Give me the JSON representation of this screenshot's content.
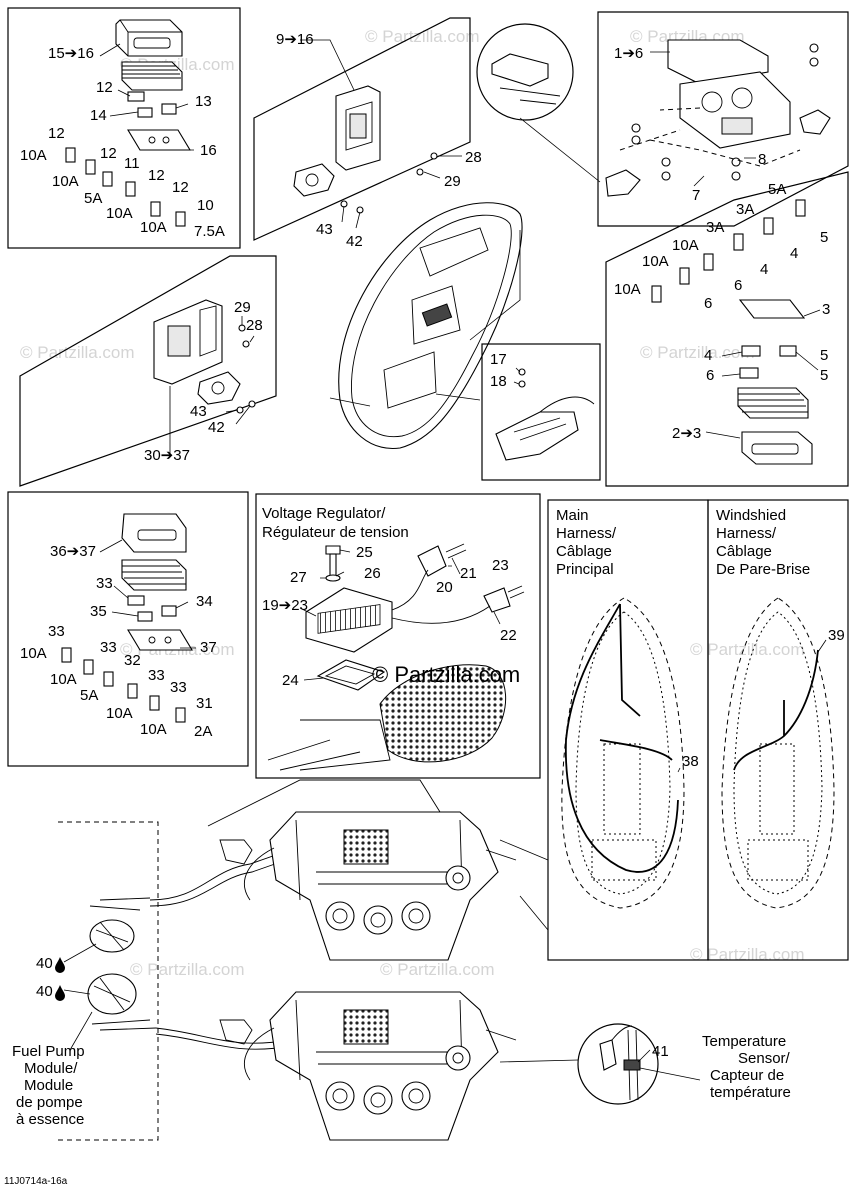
{
  "watermark": {
    "main": "© Partzilla.com",
    "faint": "© Partzilla.com"
  },
  "figure_ref": "11J0714a-16a",
  "boxes": {
    "fuse_box_top_left": {
      "labels": [
        "15➔16",
        "12",
        "14",
        "13",
        "12",
        "16",
        "10A",
        "12",
        "10A",
        "11",
        "5A",
        "12",
        "12",
        "10A",
        "10",
        "10A",
        "7.5A"
      ]
    },
    "mount_top_center": {
      "labels": [
        "9➔16",
        "28",
        "29",
        "43",
        "42"
      ]
    },
    "mount_left_middle": {
      "labels": [
        "29",
        "28",
        "43",
        "42",
        "30➔37"
      ]
    },
    "fuse_box_left_lower": {
      "labels": [
        "36➔37",
        "33",
        "35",
        "34",
        "37",
        "33",
        "33",
        "32",
        "10A",
        "10A",
        "33",
        "33",
        "5A",
        "31",
        "10A",
        "10A",
        "2A"
      ]
    },
    "fuse_box_top_right": {
      "labels": [
        "1➔6",
        "8",
        "7"
      ]
    },
    "fuse_list_right": {
      "labels": [
        "5A",
        "3A",
        "5",
        "3A",
        "4",
        "10A",
        "4",
        "10A",
        "6",
        "10A",
        "6",
        "3",
        "4",
        "5",
        "6",
        "5",
        "2➔3"
      ]
    },
    "ground_block": {
      "labels": [
        "17",
        "18"
      ]
    },
    "voltage_regulator": {
      "title_en": "Voltage Regulator/",
      "title_fr": "Régulateur de tension",
      "labels": [
        "25",
        "27",
        "26",
        "20",
        "21",
        "23",
        "19➔23",
        "22",
        "24"
      ]
    },
    "main_harness": {
      "title": [
        "Main",
        "Harness/",
        "Câblage",
        "Principal"
      ],
      "labels": [
        "38"
      ]
    },
    "windshield_harness": {
      "title": [
        "Windshied",
        "Harness/",
        "Câblage",
        "De Pare-Brise"
      ],
      "labels": [
        "39"
      ]
    },
    "fuel_pump": {
      "labels": [
        "40",
        "40"
      ],
      "caption": [
        "Fuel Pump",
        "Module/",
        "Module",
        "de pompe",
        "à essence"
      ]
    },
    "temperature_sensor": {
      "labels": [
        "41"
      ],
      "caption": [
        "Temperature",
        "Sensor/",
        "Capteur de",
        "température"
      ]
    }
  }
}
